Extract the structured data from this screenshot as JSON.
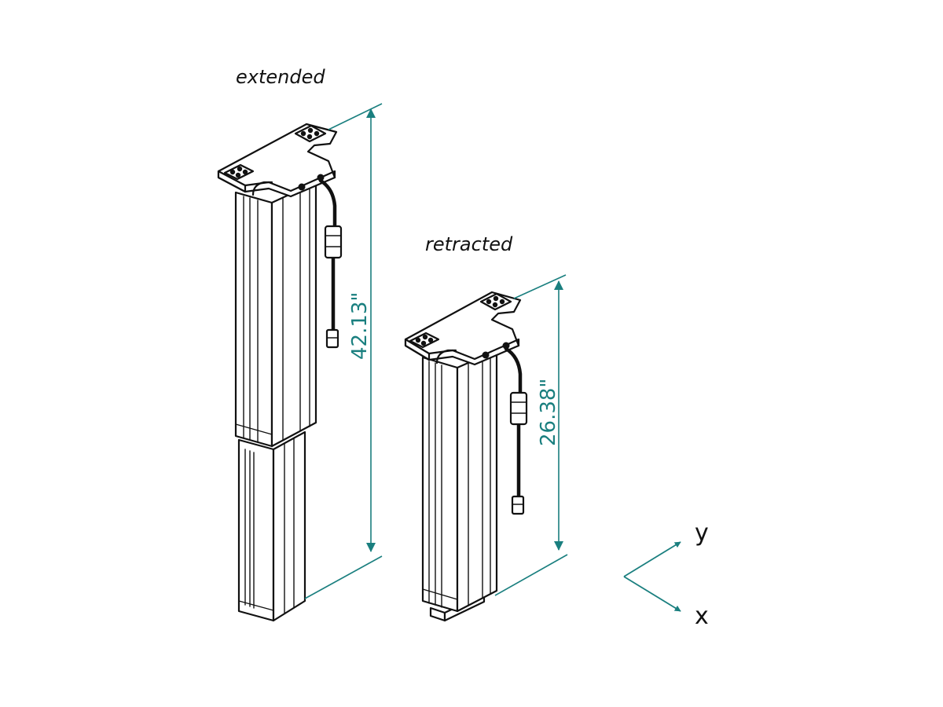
{
  "colors": {
    "accent": "#1a7f7f",
    "line": "#111111",
    "background": "#ffffff"
  },
  "labels": {
    "extended": "extended",
    "retracted": "retracted"
  },
  "dimensions": {
    "extended_height": "42.13\"",
    "retracted_height": "26.38\""
  },
  "axes": {
    "y_label": "y",
    "x_label": "x"
  }
}
